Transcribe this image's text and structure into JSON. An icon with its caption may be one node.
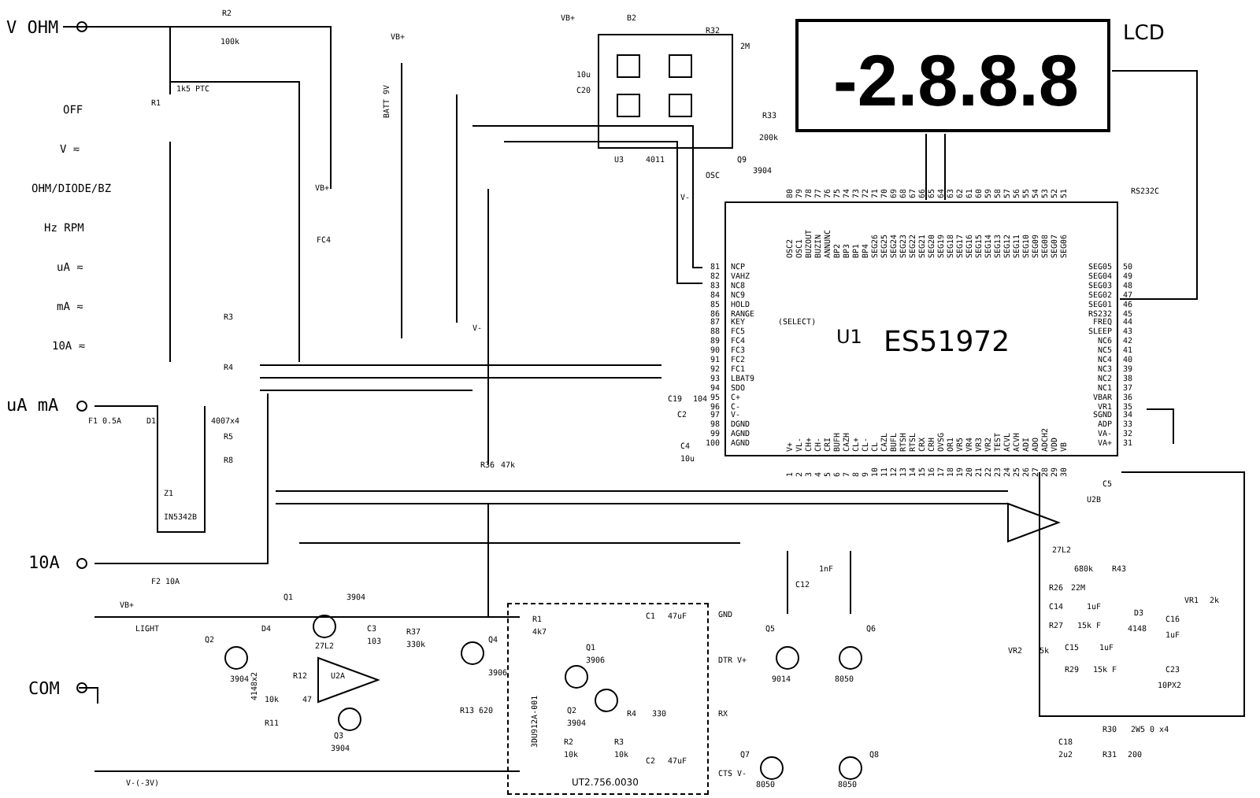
{
  "diagram": {
    "edges": [
      {
        "from": 0,
        "to": 1,
        "arrow": "none"
      },
      {
        "from": 0,
        "to": 1,
        "arrow": "none"
      },
      {
        "from": 0,
        "to": 1,
        "arrow": "none"
      }
    ],
    "nodes": [
      {
        "text": [
          "-2.8.8.8"
        ],
        "beside": [
          "LCD"
        ]
      },
      {
        "text": [
          "U1",
          "ES51972"
        ]
      },
      {
        "text": [
          "UT2.756.0030"
        ]
      }
    ],
    "labels": [
      "V OHM",
      "uA mA",
      "10A",
      "COM",
      "OFF",
      "V ≂",
      "OHM/DIODE/BZ",
      "Hz RPM",
      "uA ≂",
      "mA ≂",
      "10A ≂",
      "R2",
      "100k",
      "R1",
      "1k5 PTC",
      "VB+",
      "BATT 9V",
      "VB+",
      "FC4",
      "V-",
      "R3",
      "R4",
      "R5",
      "R8",
      "F1 0.5A",
      "D1",
      "4007x4",
      "Z1",
      "IN5342B",
      "F2 10A",
      "R36",
      "47k",
      "VB+",
      "B2",
      "C20",
      "10u",
      "U3",
      "4011",
      "R32",
      "2M",
      "Q9",
      "3904",
      "R33",
      "200k",
      "OSC",
      "V-",
      "C19",
      "104",
      "C2",
      "C4",
      "10u",
      "RS232C",
      "VB+",
      "LIGHT",
      "Q2",
      "3904",
      "Q1",
      "3904",
      "D4",
      "4148x2",
      "10k",
      "R11",
      "R12",
      "47",
      "Q3",
      "3904",
      "27L2",
      "U2A",
      "C3",
      "103",
      "R37",
      "330k",
      "Q4",
      "3906",
      "R13",
      "620",
      "V-(-3V)",
      "R1",
      "4k7",
      "Q1",
      "3906",
      "Q2",
      "3904",
      "R2",
      "10k",
      "R3",
      "10k",
      "R4",
      "330",
      "C1",
      "47uF",
      "C2",
      "47uF",
      "GND",
      "DTR V+",
      "RX",
      "CTS V-",
      "3DU912A-001",
      "Q5",
      "9014",
      "Q6",
      "8050",
      "C12",
      "1nF",
      "Q7",
      "8050",
      "Q8",
      "8050",
      "U2B",
      "27L2",
      "C5",
      "680k",
      "R43",
      "R26",
      "22M",
      "C14",
      "1uF",
      "R27",
      "15k F",
      "D3",
      "4148",
      "VR2",
      "5k",
      "C15",
      "1uF",
      "R29",
      "15k F",
      "C23",
      "10PX2",
      "R30",
      "2W5 0 x4",
      "C18",
      "2u2",
      "R31",
      "200",
      "VR1",
      "2k",
      "C16",
      "1uF",
      "NCP",
      "VAHZ",
      "NC8",
      "NC9",
      "HOLD",
      "RANGE",
      "KEY",
      "FC5",
      "FC4",
      "FC3",
      "FC2",
      "FC1",
      "LBAT9",
      "SDO",
      "C+",
      "C-",
      "V-",
      "DGND",
      "AGND",
      "AGND",
      "81",
      "82",
      "83",
      "84",
      "85",
      "86",
      "87",
      "88",
      "89",
      "90",
      "91",
      "92",
      "93",
      "94",
      "95",
      "96",
      "97",
      "98",
      "99",
      "100",
      "SEG05",
      "SEG04",
      "SEG03",
      "SEG02",
      "SEG01",
      "RS232",
      "FREQ",
      "SLEEP",
      "NC6",
      "NC5",
      "NC4",
      "NC3",
      "NC2",
      "NC1",
      "VBAR",
      "VR1",
      "SGND",
      "ADP",
      "VA-",
      "VA+",
      "50",
      "49",
      "48",
      "47",
      "46",
      "45",
      "44",
      "43",
      "42",
      "41",
      "40",
      "39",
      "38",
      "37",
      "36",
      "35",
      "34",
      "33",
      "32",
      "31",
      "OSC2",
      "OSC1",
      "BUZOUT",
      "BUZIN",
      "ANNUNC",
      "BP2",
      "BP3",
      "BP1",
      "BP4",
      "SEG26",
      "SEG25",
      "SEG24",
      "SEG23",
      "SEG22",
      "SEG21",
      "SEG20",
      "SEG19",
      "SEG18",
      "SEG17",
      "SEG16",
      "SEG15",
      "SEG14",
      "SEG13",
      "SEG12",
      "SEG11",
      "SEG10",
      "SEG09",
      "SEG08",
      "SEG07",
      "SEG06",
      "80",
      "79",
      "78",
      "77",
      "76",
      "75",
      "74",
      "73",
      "72",
      "71",
      "70",
      "69",
      "68",
      "67",
      "66",
      "65",
      "64",
      "63",
      "62",
      "61",
      "60",
      "59",
      "58",
      "57",
      "56",
      "55",
      "54",
      "53",
      "52",
      "51",
      "V+",
      "VL-",
      "CH+",
      "CH-",
      "CRI",
      "BUFH",
      "CAZH",
      "CL+",
      "CL-",
      "CL",
      "CAZL",
      "BUFL",
      "RTSH",
      "RTSL",
      "CRX",
      "CRH",
      "OVSG",
      "OR1",
      "VR5",
      "VR4",
      "VR3",
      "VR2",
      "TEST",
      "ACVL",
      "ACVH",
      "ADI",
      "ADO",
      "ADCH2",
      "VDD",
      "VB",
      "1",
      "2",
      "3",
      "4",
      "5",
      "6",
      "7",
      "8",
      "9",
      "10",
      "11",
      "12",
      "13",
      "14",
      "15",
      "16",
      "17",
      "18",
      "19",
      "20",
      "21",
      "22",
      "23",
      "24",
      "25",
      "26",
      "27",
      "28",
      "29",
      "30",
      "(SELECT)"
    ]
  }
}
